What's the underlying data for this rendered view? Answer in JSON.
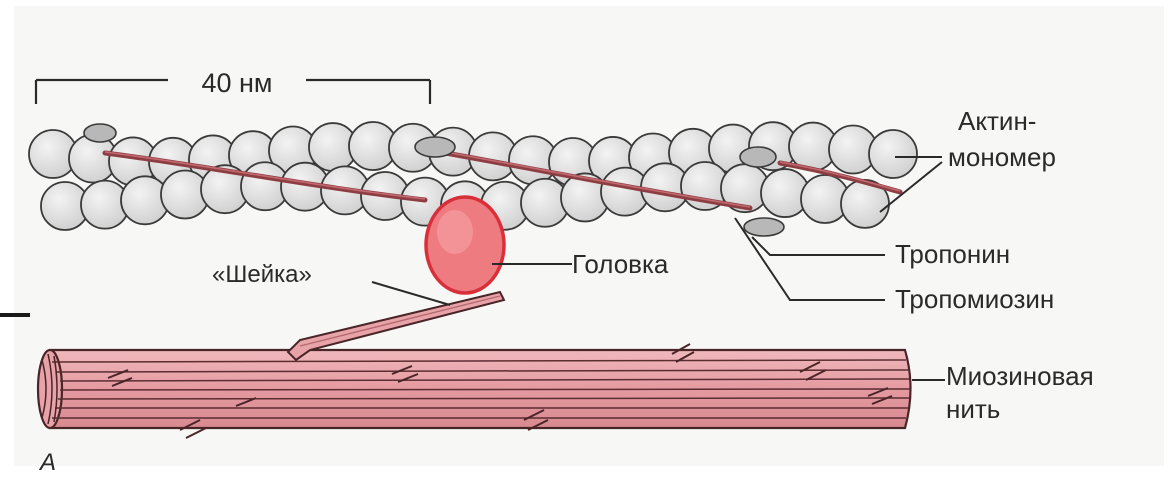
{
  "scale_bar": {
    "label": "40 нм"
  },
  "labels": {
    "actin_line1": "Актин-",
    "actin_line2": "мономер",
    "troponin": "Тропонин",
    "tropomyosin": "Тропомиозин",
    "head": "Головка",
    "neck": "«Шейка»",
    "myosin_line1": "Миозиновая",
    "myosin_line2": "нить",
    "panel": "А"
  },
  "colors": {
    "actin_fill": "#dedede",
    "actin_stroke": "#3a3a3a",
    "filament_fill": "#e7a3a8",
    "filament_stroke": "#4a2528",
    "tropomyosin": "#8e3d42",
    "head_fill": "#ee7b80",
    "head_stroke": "#d8303a",
    "troponin_fill": "#b8b8b8",
    "background": "#ffffff"
  }
}
